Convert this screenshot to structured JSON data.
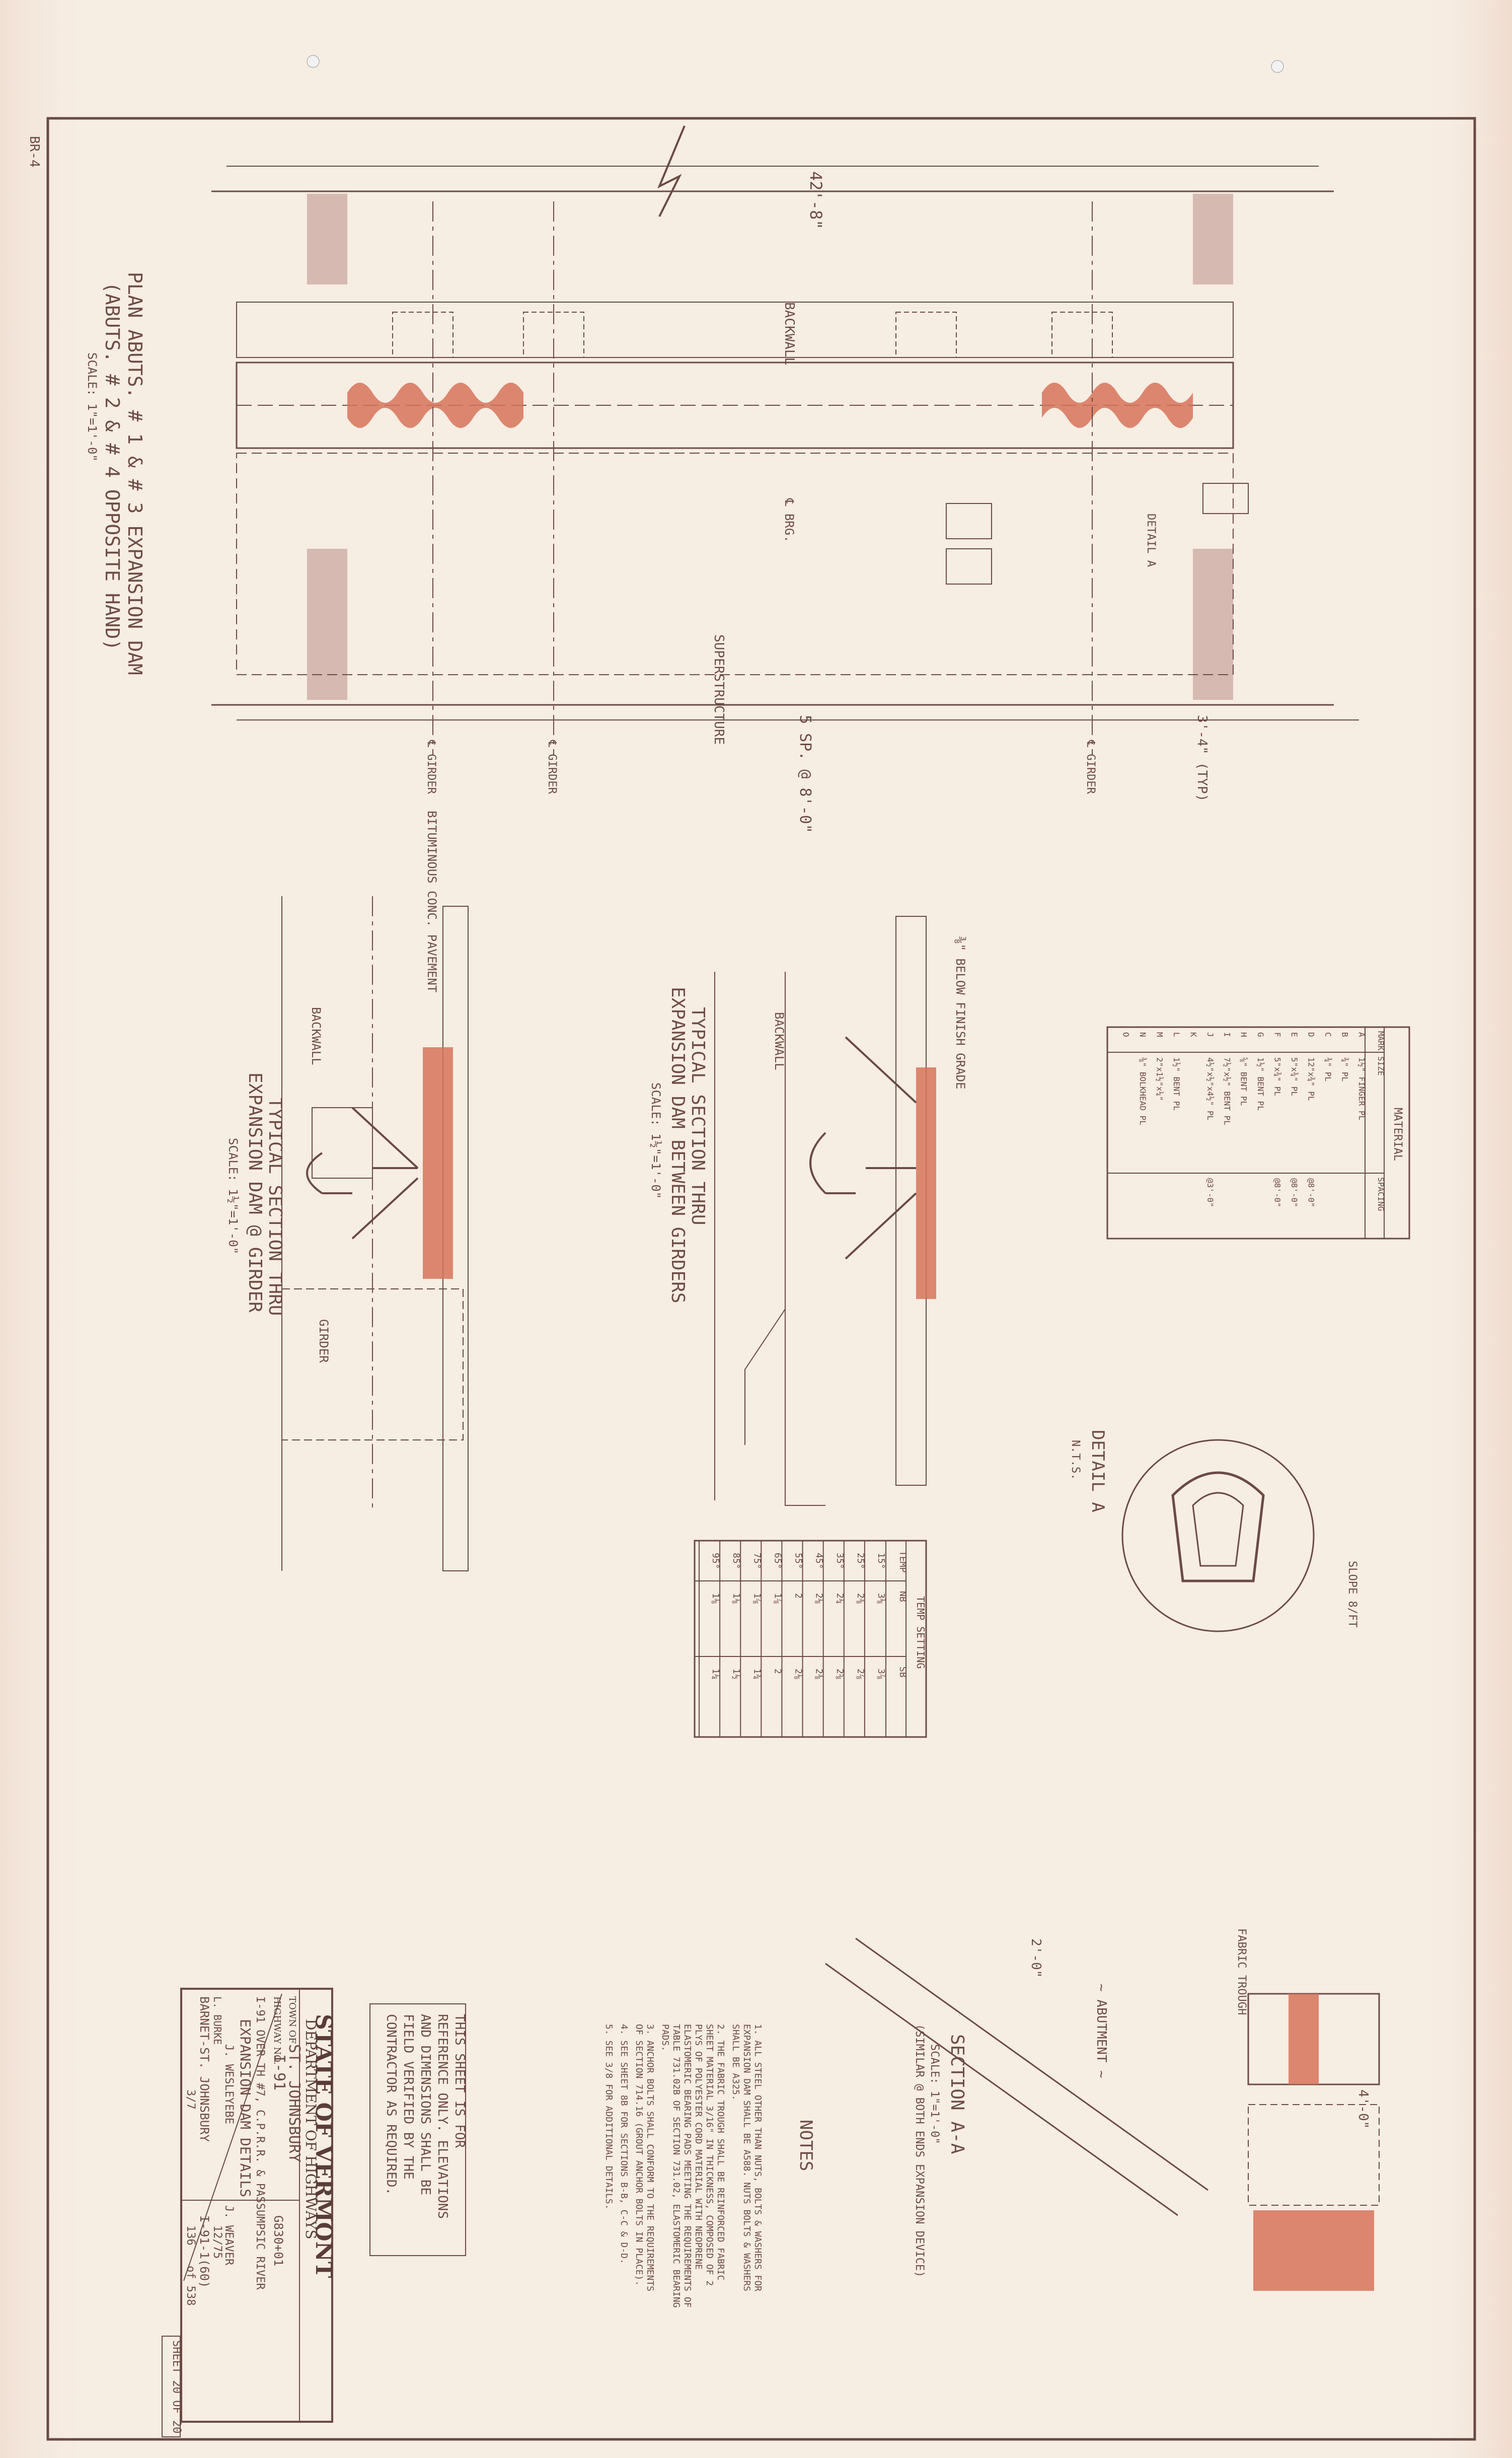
{
  "sheet_corner_tag": "BR-4",
  "plan": {
    "title": "PLAN ABUTS. # 1 & # 3 EXPANSION DAM",
    "subtitle": "(ABUTS. # 2 & # 4 OPPOSITE HAND)",
    "scale": "SCALE: 1\"=1'-0\"",
    "dim_overall": "42'-8\"",
    "dim_spacing": "5 SP. @ 8'-0\"",
    "dim_end": "3'-4\" (TYP)",
    "label_backwall": "BACKWALL",
    "label_superstructure": "SUPERSTRUCTURE",
    "label_brg": "℄ BRG.",
    "label_girder": "℄ GIRDER",
    "label_detail_a": "DETAIL A"
  },
  "section_between": {
    "title_1": "TYPICAL SECTION THRU",
    "title_2": "EXPANSION DAM BETWEEN GIRDERS",
    "scale": "SCALE: 1½\"=1'-0\"",
    "note_finish": "⅜\" BELOW FINISH GRADE",
    "label_backwall": "BACKWALL"
  },
  "section_girder": {
    "title_1": "TYPICAL SECTION THRU",
    "title_2": "EXPANSION DAM @ GIRDER",
    "scale": "SCALE: 1½\"=1'-0\"",
    "note_pavement": "BITUMINOUS CONC. PAVEMENT",
    "label_backwall": "BACKWALL",
    "label_girder": "GIRDER"
  },
  "material_table": {
    "title": "MATERIAL",
    "headers": [
      "MARK",
      "SIZE",
      "SPACING"
    ],
    "rows": [
      [
        "A",
        "1½\" FINGER PL",
        ""
      ],
      [
        "B",
        "¾\" PL",
        ""
      ],
      [
        "C",
        "¾\" PL",
        ""
      ],
      [
        "D",
        "12\"x¾\" PL",
        "@8'-0\""
      ],
      [
        "E",
        "5\"x¾\" PL",
        "@8'-0\""
      ],
      [
        "F",
        "5\"x¾\" PL",
        "@8'-0\""
      ],
      [
        "G",
        "1½\" BENT PL",
        ""
      ],
      [
        "H",
        "⅝\" BENT PL",
        ""
      ],
      [
        "I",
        "7½\"x½\" BENT PL",
        ""
      ],
      [
        "J",
        "4½\"x½\"x4½\" PL",
        "@3'-0\""
      ],
      [
        "K",
        "",
        ""
      ],
      [
        "L",
        "1½\" BENT PL",
        ""
      ],
      [
        "M",
        "2\"x1½\"x¼\"",
        ""
      ],
      [
        "N",
        "⅜\" BOLKHEAD PL",
        ""
      ],
      [
        "O",
        "",
        ""
      ]
    ]
  },
  "temp_table": {
    "title": "TEMP SETTING",
    "headers": [
      "TEMP",
      "NB",
      "SB"
    ],
    "rows": [
      [
        "15°",
        "3⅛",
        "3⅞"
      ],
      [
        "25°",
        "2⅜",
        "2⅞"
      ],
      [
        "35°",
        "2¼",
        "2⅝"
      ],
      [
        "45°",
        "2⅛",
        "2⅜"
      ],
      [
        "55°",
        "2",
        "2⅛"
      ],
      [
        "65°",
        "1⅞",
        "2"
      ],
      [
        "75°",
        "1⅞",
        "1¾"
      ],
      [
        "85°",
        "1⅛",
        "1½"
      ],
      [
        "95°",
        "1⅛",
        "1¼"
      ]
    ]
  },
  "detail_a": {
    "title": "DETAIL A",
    "scale": "N.T.S.",
    "slope": "SLOPE 8/FT"
  },
  "section_aa": {
    "title": "SECTION A-A",
    "scale": "SCALE: 1\"=1'-0\"",
    "note": "(SIMILAR @ BOTH ENDS EXPANSION DEVICE)",
    "label_abutment": "~ ABUTMENT ~",
    "label_trough": "FABRIC TROUGH",
    "dim_top": "4'-0\"",
    "dim_side": "2'-0\""
  },
  "notes": {
    "title": "NOTES",
    "items": [
      "1. ALL STEEL OTHER THAN NUTS, BOLTS & WASHERS FOR EXPANSION DAM SHALL BE A588. NUTS BOLTS & WASHERS SHALL BE A325.",
      "2. THE FABRIC TROUGH SHALL BE REINFORCED FABRIC SHEET MATERIAL 3/16\" IN THICKNESS, COMPOSED OF 2 PLYS OF POLYESTER CORD MATERIAL WITH NEOPRENE ELASTOMERIC BEARING PADS MEETING THE REQUIREMENTS OF TABLE 731.02B OF SECTION 731.02, ELASTOMERIC BEARING PADS.",
      "3. ANCHOR BOLTS SHALL CONFORM TO THE REQUIREMENTS OF SECTION 714.16 (GROUT ANCHOR BOLTS IN PLACE).",
      "4. SEE SHEET 8B FOR SECTIONS B-B, C-C & D-D.",
      "5. SEE 3/8 FOR ADDITIONAL DETAILS."
    ]
  },
  "reference_note": "THIS SHEET IS FOR REFERENCE ONLY. ELEVATIONS AND DIMENSIONS SHALL BE FIELD VERIFIED BY THE CONTRACTOR AS REQUIRED.",
  "title_block": {
    "state": "STATE OF VERMONT",
    "department": "DEPARTMENT OF HIGHWAYS",
    "town_label": "TOWN OF",
    "town": "ST. JOHNSBURY",
    "highway_label": "HIGHWAY NO.",
    "highway": "I-91",
    "survey": "G830+01",
    "over": "I-91 OVER TH #7, C.P.R.R. & PASSUMPSIC RIVER",
    "description": "EXPANSION DAM DETAILS",
    "designed_by": "J. WESLEYEBE",
    "drawn_by": "J. WEAVER",
    "checked_by": "L. BURKE",
    "date": "12/75",
    "project": "BARNET-ST. JOHNSBURY",
    "project_no": "I-91-1(60)",
    "bridge_sheet": "3/7",
    "sheet": "136",
    "sheet_of": "of 538",
    "sheet_tag": "SHEET 20 OF 20"
  }
}
